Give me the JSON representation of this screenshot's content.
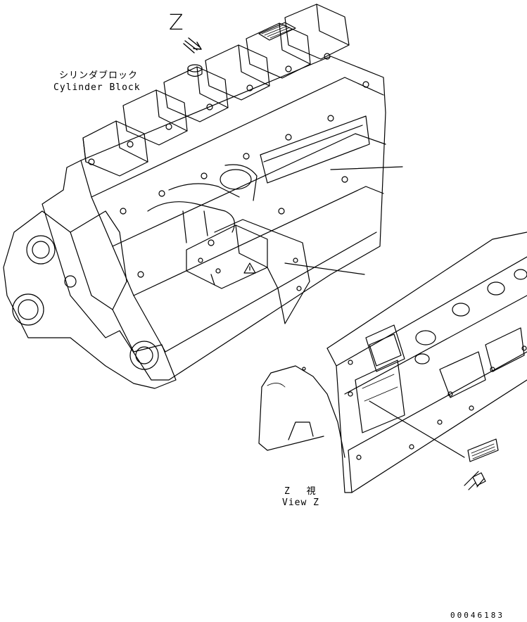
{
  "title": "",
  "view_arrow_label": "Z",
  "cylinder_block": {
    "label_jp": "シリンダブロック",
    "label_en": "Cylinder Block"
  },
  "view_z": {
    "label_jp": "Z 視",
    "label_en": "View Z"
  },
  "document_number": "00046183",
  "colors": {
    "line": "#000000",
    "background": "#ffffff"
  },
  "icons": [
    "view-direction-arrow-icon",
    "warning-triangle-icon"
  ]
}
